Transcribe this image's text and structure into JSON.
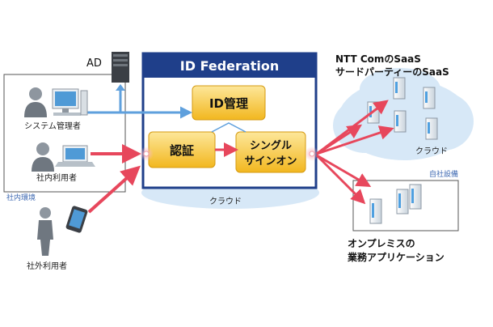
{
  "federation": {
    "title": "ID Federation"
  },
  "boxes": {
    "id_management": "ID管理",
    "authentication": "認証",
    "sso_line1": "シングル",
    "sso_line2": "サインオン"
  },
  "labels": {
    "ad": "AD",
    "cloud_bottom": "クラウド",
    "cloud_right": "クラウド",
    "internal_env": "社内環境",
    "in_house_equipment": "自社設備"
  },
  "users": {
    "sysadmin": "システム管理者",
    "internal_user": "社内利用者",
    "external_user": "社外利用者"
  },
  "saas": {
    "line1": "NTT ComのSaaS",
    "line2": "サードパーティーのSaaS"
  },
  "onprem": {
    "line1": "オンプレミスの",
    "line2": "業務アプリケーション"
  },
  "colors": {
    "federation_border": "#1f3f8a",
    "federation_title_bg": "#1f3f8a",
    "box_fill": "#f6c531",
    "red_arrow": "#e7475c",
    "blue_arrow": "#5fa0dd",
    "cloud": "#d7e8f7"
  }
}
